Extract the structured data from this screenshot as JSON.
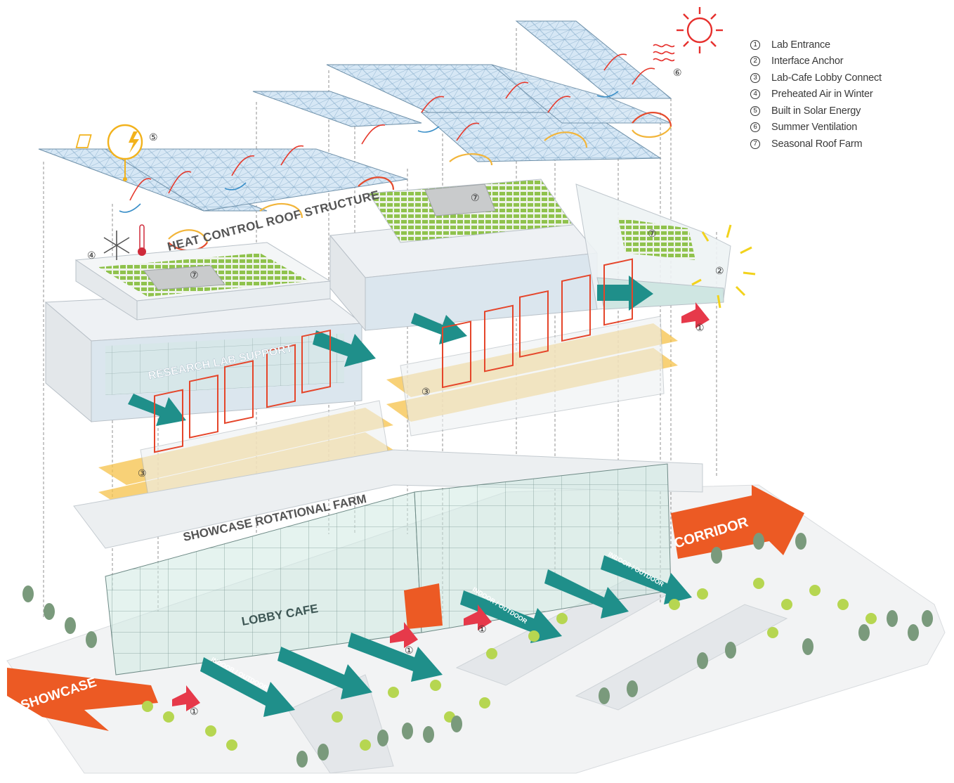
{
  "legend": [
    {
      "num": "1",
      "label": "Lab Entrance"
    },
    {
      "num": "2",
      "label": "Interface Anchor"
    },
    {
      "num": "3",
      "label": "Lab-Cafe Lobby Connect"
    },
    {
      "num": "4",
      "label": "Preheated Air in Winter"
    },
    {
      "num": "5",
      "label": "Built in Solar Energy"
    },
    {
      "num": "6",
      "label": "Summer Ventilation"
    },
    {
      "num": "7",
      "label": "Seasonal Roof Farm"
    }
  ],
  "labels": {
    "roof": "HEAT CONTROL ROOF STRUCTURE",
    "lab": "RESEARCH LAB SUPPORT",
    "farm": "SHOWCASE ROTATIONAL FARM",
    "cafe": "LOBBY CAFE",
    "corridor": "CORRIDOR",
    "showcase": "SHOWCASE",
    "indoor_outdoor": "INDOOR / OUTDOOR"
  },
  "markers": {
    "m1": "①",
    "m2": "②",
    "m3": "③",
    "m4": "④",
    "m5": "⑤",
    "m6": "⑥",
    "m7": "⑦"
  },
  "colors": {
    "orange_arrow": "#ec5a24",
    "teal_arrow": "#1f8f8a",
    "yellow_band": "#f6c14a",
    "red_circuit": "#e5452a",
    "roof_glass": "#cfe3f3",
    "farm_green": "#8dc04a",
    "tree_green": "#b6d651",
    "dark_tree": "#7a9a7c"
  }
}
